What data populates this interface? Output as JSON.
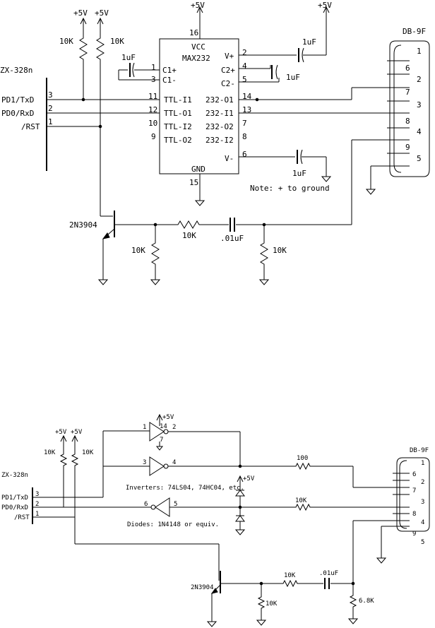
{
  "top": {
    "connector": "ZX-328n",
    "pin_txd": "3",
    "sig_txd": "PD1/TxD",
    "pin_rxd": "2",
    "sig_rxd": "PD0/RxD",
    "pin_rst": "1",
    "sig_rst": "/RST",
    "vcc_a": "+5V",
    "vcc_b": "+5V",
    "vcc_chip": "+5V",
    "vcc_cap": "+5V",
    "r_pull_a": "10K",
    "r_pull_b": "10K",
    "chip_name": "MAX232",
    "chip_vcc": "VCC",
    "chip_gnd": "GND",
    "p16": "16",
    "p15": "15",
    "p1": "1",
    "p3": "3",
    "p11": "11",
    "p12": "12",
    "p10": "10",
    "p9": "9",
    "p2": "2",
    "p4": "4",
    "p5": "5",
    "p14": "14",
    "p13": "13",
    "p7": "7",
    "p8": "8",
    "p6": "6",
    "c1p": "C1+",
    "c1m": "C1-",
    "c2p": "C2+",
    "c2m": "C2-",
    "vp": "V+",
    "vm": "V-",
    "ttli1": "TTL-I1",
    "ttlo1": "TTL-O1",
    "ttli2": "TTL-I2",
    "ttlo2": "TTL-O2",
    "rs_o1": "232-O1",
    "rs_i1": "232-I1",
    "rs_o2": "232-O2",
    "rs_i2": "232-I2",
    "cap1": "1uF",
    "cap2": "1uF",
    "cap3": "1uF",
    "cap4": "1uF",
    "note": "Note: + to ground",
    "db": "DB-9F",
    "db1": "1",
    "db6": "6",
    "db2": "2",
    "db7": "7",
    "db3": "3",
    "db8": "8",
    "db4": "4",
    "db9": "9",
    "db5": "5",
    "transistor": "2N3904",
    "r_base": "10K",
    "r_bottom1": "10K",
    "r_bottom2": "10K",
    "c_coupling": ".01uF"
  },
  "bottom": {
    "connector": "ZX-328n",
    "pin_txd": "3",
    "sig_txd": "PD1/TxD",
    "pin_rxd": "2",
    "sig_rxd": "PD0/RxD",
    "pin_rst": "1",
    "sig_rst": "/RST",
    "vcc_a": "+5V",
    "vcc_b": "+5V",
    "vcc_inv": "+5V",
    "vcc_diode": "+5V",
    "r_pull_a": "10K",
    "r_pull_b": "10K",
    "inv_p1": "1",
    "inv_p2": "2",
    "inv_p14": "14",
    "inv_p7": "7",
    "inv_p3": "3",
    "inv_p4": "4",
    "inv_p6": "6",
    "inv_p5": "5",
    "r100": "100",
    "r10k": "10K",
    "inverters": "Inverters: 74LS04, 74HC04, etc.",
    "diodes": "Diodes: 1N4148 or equiv.",
    "db": "DB-9F",
    "db1": "1",
    "db6": "6",
    "db2": "2",
    "db7": "7",
    "db3": "3",
    "db8": "8",
    "db4": "4",
    "db9": "9",
    "db5": "5",
    "transistor": "2N3904",
    "r_base": "10K",
    "c_coupling": ".01uF",
    "r_emit": "10K",
    "r_out": "6.8K"
  }
}
